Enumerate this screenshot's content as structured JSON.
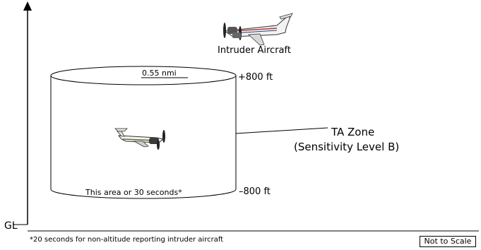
{
  "labels": {
    "intruder": "Intruder Aircraft",
    "radius": "0.55 nmi",
    "top_alt": "+800 ft",
    "bottom_alt": "–800 ft",
    "zone_title": "TA Zone",
    "zone_subtitle": "(Sensitivity Level B)",
    "area_note": "This area or 30 seconds*",
    "ground": "GL",
    "footnote": "*20 seconds for non-altitude reporting intruder aircraft",
    "scale": "Not to Scale"
  }
}
